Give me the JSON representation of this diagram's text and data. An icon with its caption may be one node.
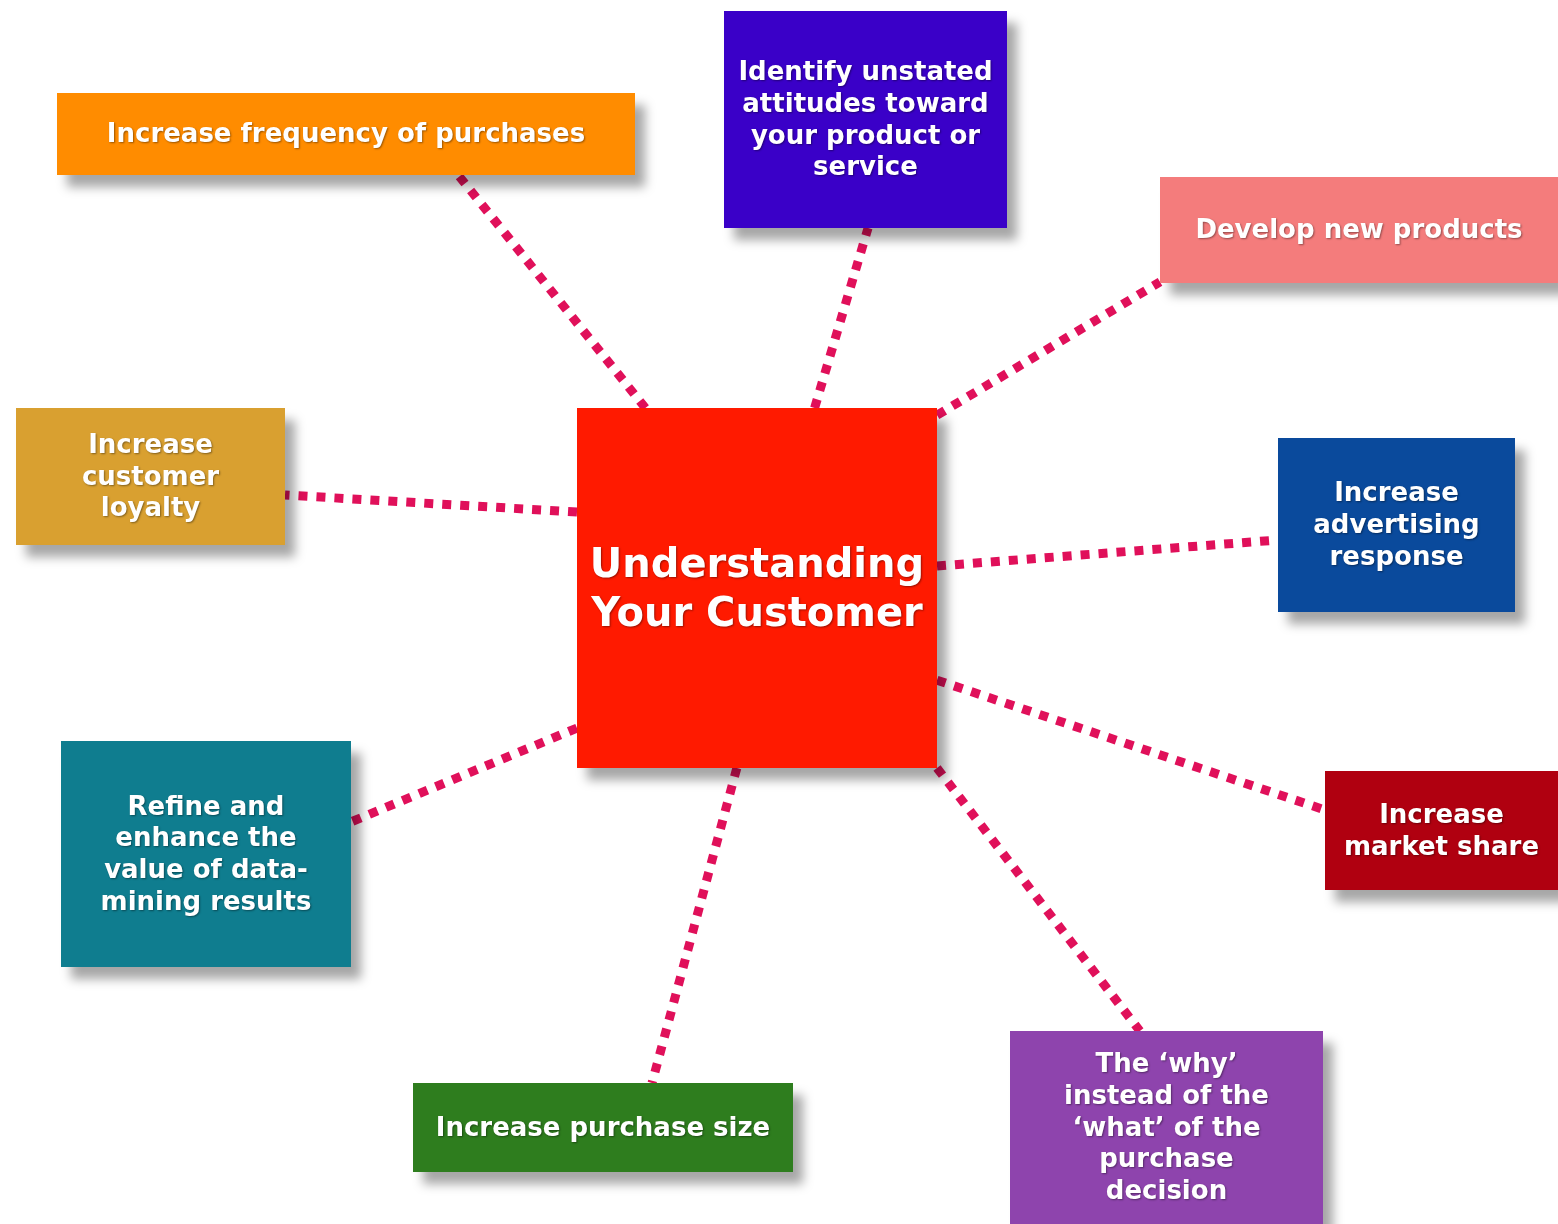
{
  "diagram": {
    "nodes": [
      {
        "text": [
          "Understanding Your Customer"
        ]
      },
      {
        "text": [
          "Increase frequency of purchases"
        ]
      },
      {
        "text": [
          "Identify unstated attitudes toward your product or service"
        ]
      },
      {
        "text": [
          "Develop new products"
        ]
      },
      {
        "text": [
          "Increase customer loyalty"
        ]
      },
      {
        "text": [
          "Increase advertising response"
        ]
      },
      {
        "text": [
          "Refine and enhance the value of data-mining results"
        ]
      },
      {
        "text": [
          "Increase market share"
        ]
      },
      {
        "text": [
          "Increase purchase size"
        ]
      },
      {
        "text": [
          "The ‘why’ instead of the ‘what’ of the purchase decision"
        ]
      }
    ],
    "edges": [
      {
        "from": 0,
        "to": 1,
        "arrow": "none"
      },
      {
        "from": 0,
        "to": 2,
        "arrow": "none"
      },
      {
        "from": 0,
        "to": 3,
        "arrow": "none"
      },
      {
        "from": 0,
        "to": 4,
        "arrow": "none"
      },
      {
        "from": 0,
        "to": 5,
        "arrow": "none"
      },
      {
        "from": 0,
        "to": 6,
        "arrow": "none"
      },
      {
        "from": 0,
        "to": 7,
        "arrow": "none"
      },
      {
        "from": 0,
        "to": 8,
        "arrow": "none"
      },
      {
        "from": 0,
        "to": 9,
        "arrow": "none"
      }
    ]
  }
}
